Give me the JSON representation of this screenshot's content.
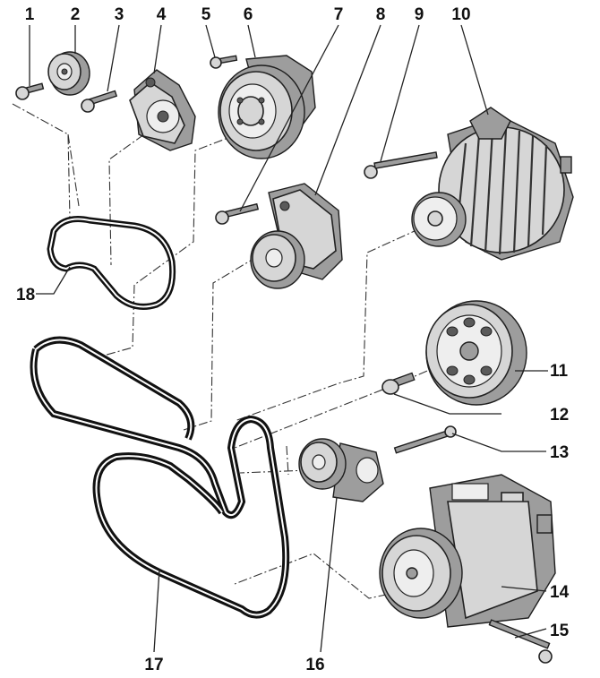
{
  "labels": [
    "1",
    "2",
    "3",
    "4",
    "5",
    "6",
    "7",
    "8",
    "9",
    "10",
    "11",
    "12",
    "13",
    "14",
    "15",
    "16",
    "17",
    "18"
  ],
  "colors": {
    "ink": "#111111",
    "metal": "#d6d6d6",
    "shadow": "#9d9d9d",
    "background": "#ffffff"
  }
}
